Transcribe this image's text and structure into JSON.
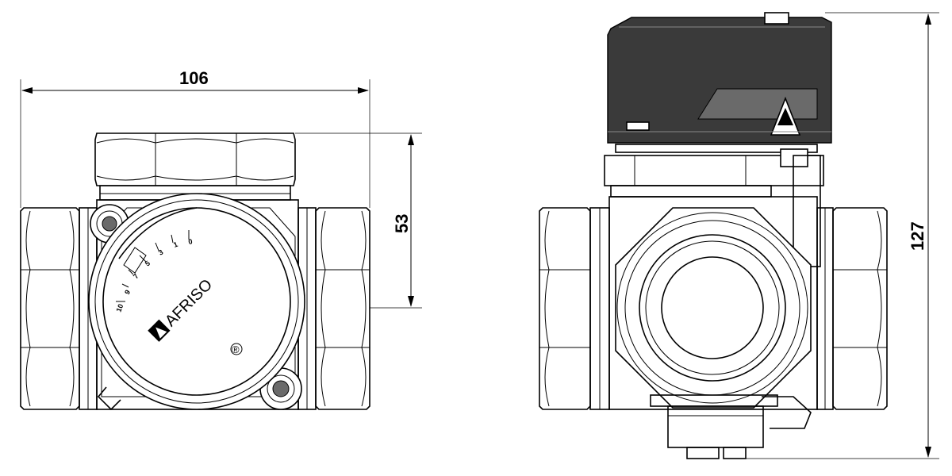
{
  "dimensions": {
    "width": "106",
    "height_front": "53",
    "height_side": "127"
  },
  "dial": {
    "scale_labels": [
      "10",
      "9",
      "7",
      "5",
      "3",
      "1",
      "0"
    ],
    "brand": "AFRISO",
    "registered_mark": "®"
  },
  "colors": {
    "line": "#000000",
    "actuator_body": "#3a3a3a",
    "background": "#ffffff"
  }
}
